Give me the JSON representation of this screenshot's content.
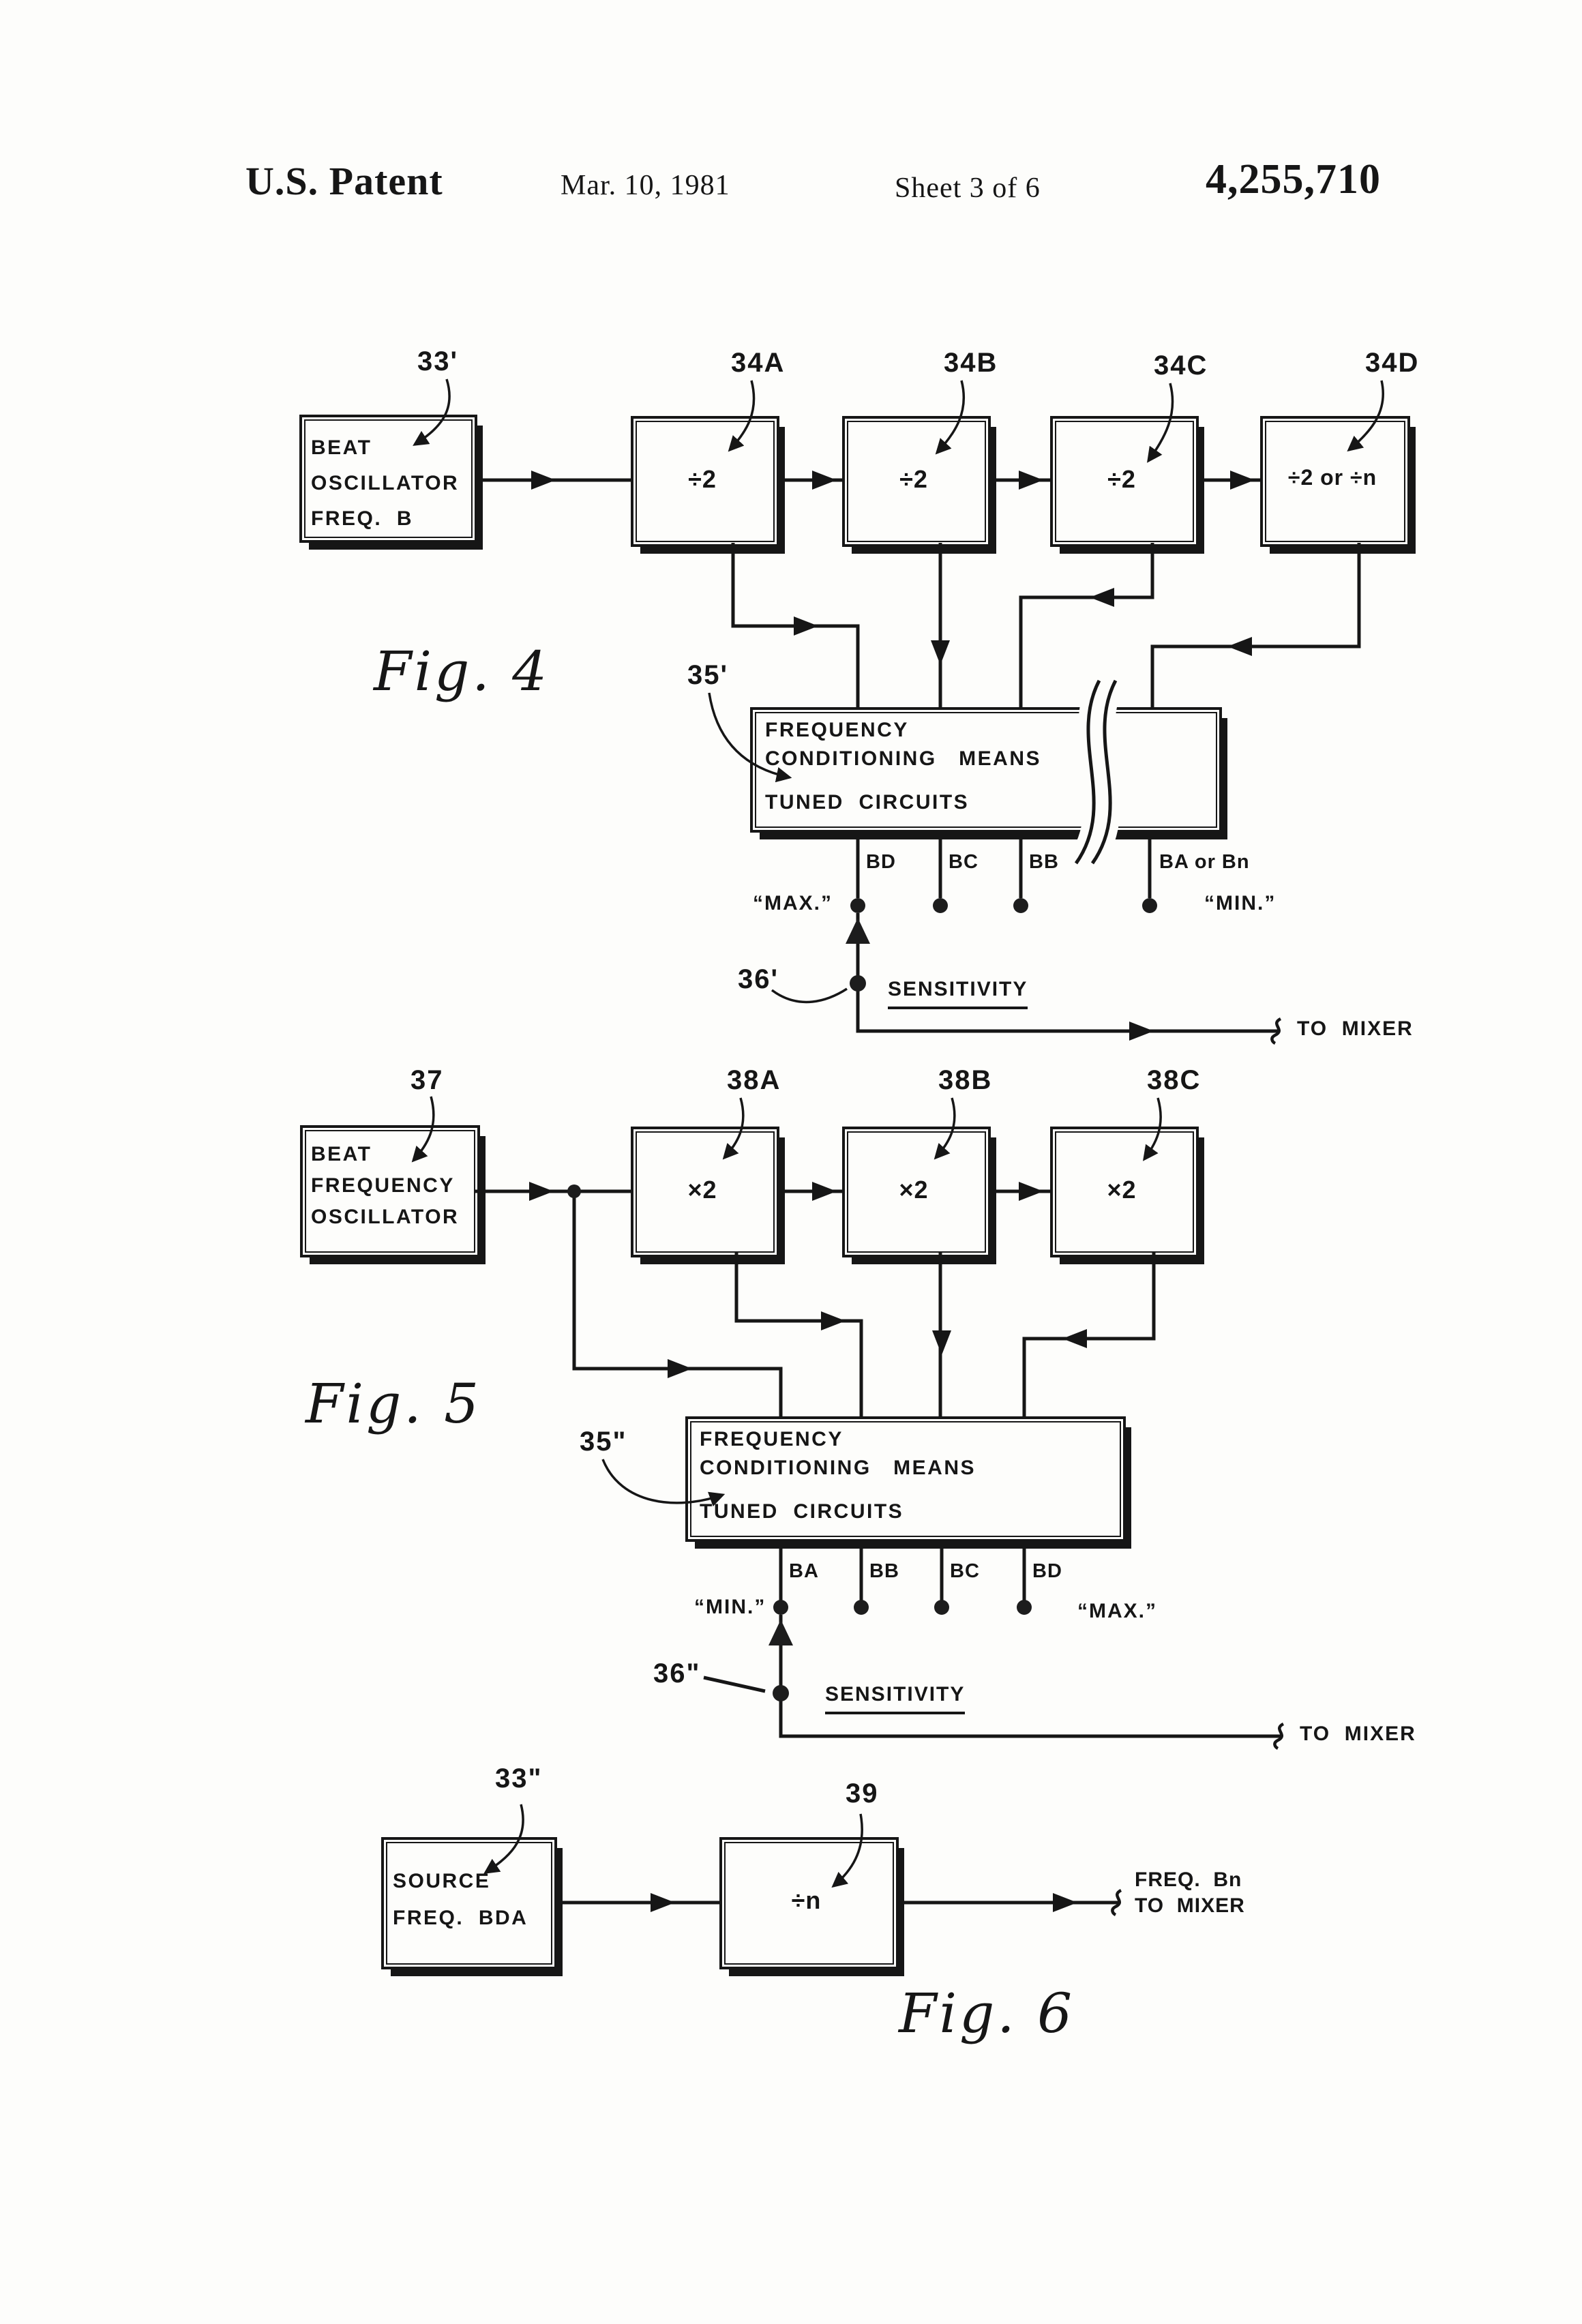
{
  "colors": {
    "ink": "#161616",
    "paper": "#fdfdfb"
  },
  "header": {
    "title": "U.S. Patent",
    "date": "Mar. 10, 1981",
    "sheet": "Sheet 3 of 6",
    "number": "4,255,710"
  },
  "fig4": {
    "title": "Fig. 4",
    "osc_ref": "33'",
    "osc_line1": "BEAT",
    "osc_line2": "OSCILLATOR",
    "osc_line3": "FREQ.  B",
    "dividers": [
      {
        "ref": "34A",
        "label": "÷2"
      },
      {
        "ref": "34B",
        "label": "÷2"
      },
      {
        "ref": "34C",
        "label": "÷2"
      },
      {
        "ref": "34D",
        "label": "÷2 or ÷n"
      }
    ],
    "cond_ref": "35'",
    "cond_line1": "FREQUENCY",
    "cond_line2": "CONDITIONING   MEANS",
    "cond_line3": "TUNED  CIRCUITS",
    "taps": [
      "BD",
      "BC",
      "BB",
      "BA or Bn"
    ],
    "max_label": "“MAX.”",
    "min_label": "“MIN.”",
    "pot_ref": "36'",
    "sensitivity": "SENSITIVITY",
    "to_mixer": "TO  MIXER"
  },
  "fig5": {
    "title": "Fig. 5",
    "osc_ref": "37",
    "osc_line1": "BEAT",
    "osc_line2": "FREQUENCY",
    "osc_line3": "OSCILLATOR",
    "multipliers": [
      {
        "ref": "38A",
        "label": "×2"
      },
      {
        "ref": "38B",
        "label": "×2"
      },
      {
        "ref": "38C",
        "label": "×2"
      }
    ],
    "cond_ref": "35\"",
    "cond_line1": "FREQUENCY",
    "cond_line2": "CONDITIONING   MEANS",
    "cond_line3": "TUNED  CIRCUITS",
    "taps": [
      "BA",
      "BB",
      "BC",
      "BD"
    ],
    "min_label": "“MIN.”",
    "max_label": "“MAX.”",
    "pot_ref": "36\"",
    "sensitivity": "SENSITIVITY",
    "to_mixer": "TO  MIXER"
  },
  "fig6": {
    "title": "Fig. 6",
    "src_ref": "33\"",
    "src_line1": "SOURCE",
    "src_line2": "FREQ.  BDA",
    "div_ref": "39",
    "div_label": "÷n",
    "out_line1": "FREQ.  Bn",
    "out_line2": "TO  MIXER"
  }
}
